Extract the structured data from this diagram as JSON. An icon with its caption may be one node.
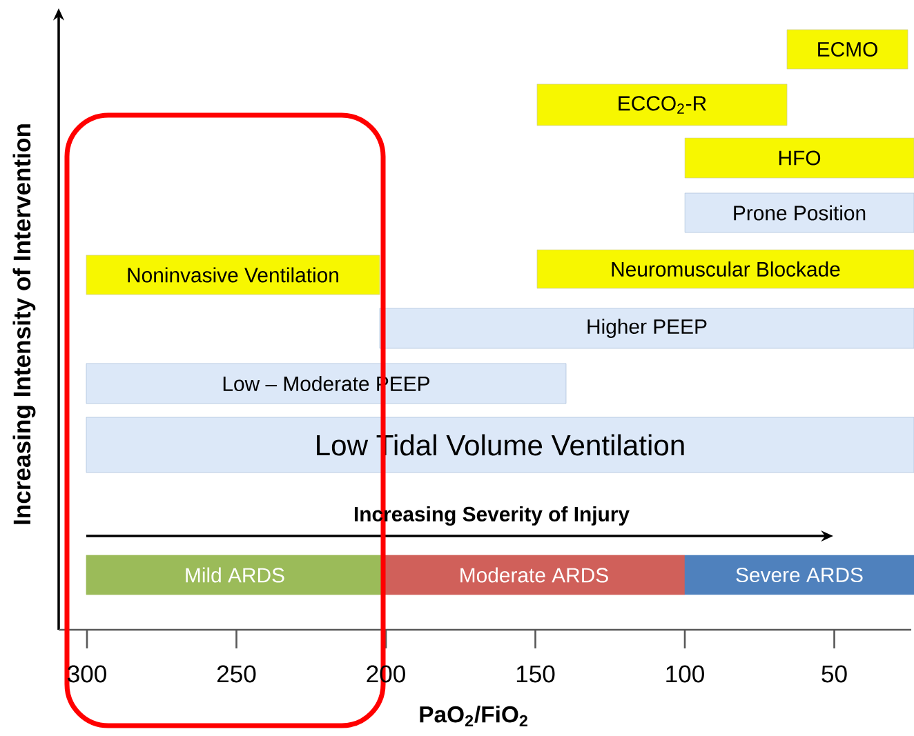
{
  "diagram": {
    "nodes": [
      {
        "text": [],
        "shape": "box"
      },
      {
        "text": [
          "ECMO"
        ]
      },
      {
        "text": [
          "ECCO$_{2}$-R"
        ]
      },
      {
        "text": [
          "HFO"
        ]
      },
      {
        "text": [
          "Prone Position"
        ]
      },
      {
        "text": [
          "Noninvasive Ventilation"
        ],
        "in": 0
      },
      {
        "text": [
          "Neuromuscular Blockade"
        ]
      },
      {
        "text": [
          "Higher PEEP"
        ]
      },
      {
        "text": [
          "Low – Moderate PEEP"
        ]
      },
      {
        "text": [
          "Low Tidal Volume Ventilation"
        ]
      },
      {
        "text": [
          "Mild ARDS"
        ],
        "in": 0
      },
      {
        "text": [
          "Moderate ARDS"
        ]
      },
      {
        "text": [
          "Severe ARDS"
        ]
      }
    ],
    "edges": [],
    "labels": [
      "Increasing Intensity of Intervention",
      "Increasing Severity of Injury",
      "300",
      "250",
      "200",
      "150",
      "100",
      "50",
      "PaO$_{2}$/FiO$_{2}$"
    ]
  }
}
